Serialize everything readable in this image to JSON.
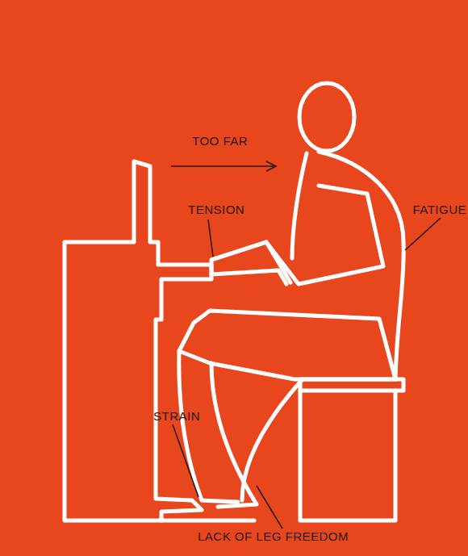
{
  "diagram": {
    "labels": [
      "TOO FAR",
      "TENSION",
      "FATIGUE",
      "STRAIN",
      "LACK OF LEG FREEDOM"
    ]
  }
}
